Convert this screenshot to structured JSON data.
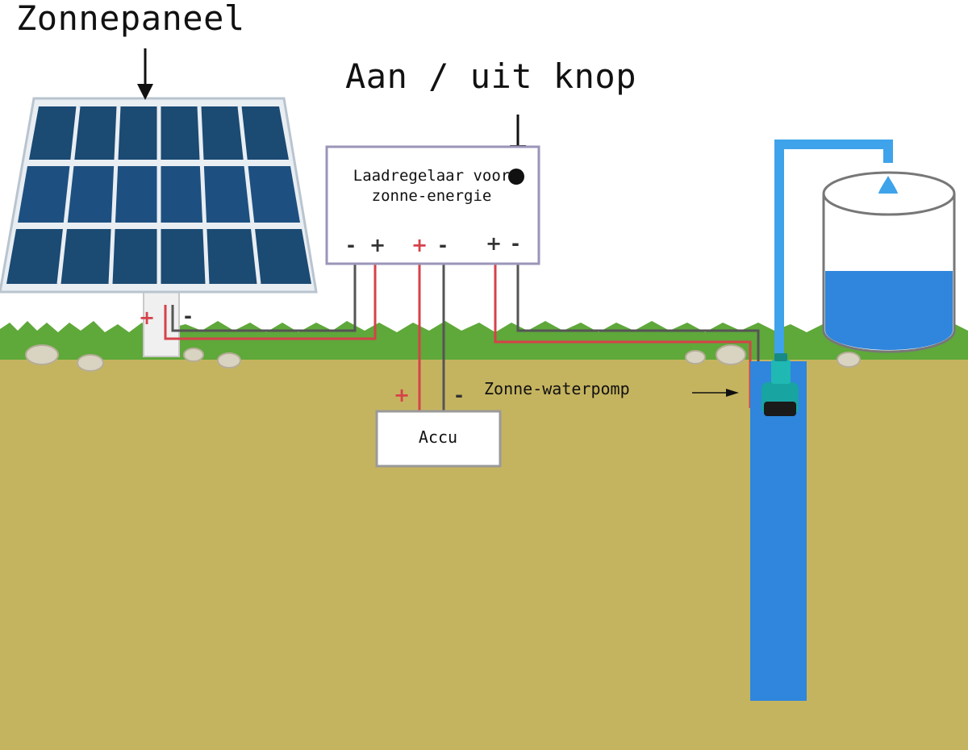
{
  "labels": {
    "solar_panel": "Zonnepaneel",
    "on_off_switch": "Aan / uit knop",
    "charge_controller": "Laadregelaar voor zonne-energie",
    "battery": "Accu",
    "water_pump": "Zonne-waterpomp"
  },
  "terminals": {
    "panel_plus": "+",
    "panel_minus": "-",
    "controller": [
      "-",
      "+",
      "+",
      "-",
      "+",
      "-"
    ],
    "battery_plus": "+",
    "battery_minus": "-"
  },
  "colors": {
    "ground": "#c5b45f",
    "grass": "#5fa83a",
    "water": "#2f86dc",
    "pipe": "#3ea3ea",
    "panel_cell": "#1b4a73",
    "wire_positive": "#d6424a",
    "wire_negative": "#555555",
    "pump": "#18a4a0"
  }
}
